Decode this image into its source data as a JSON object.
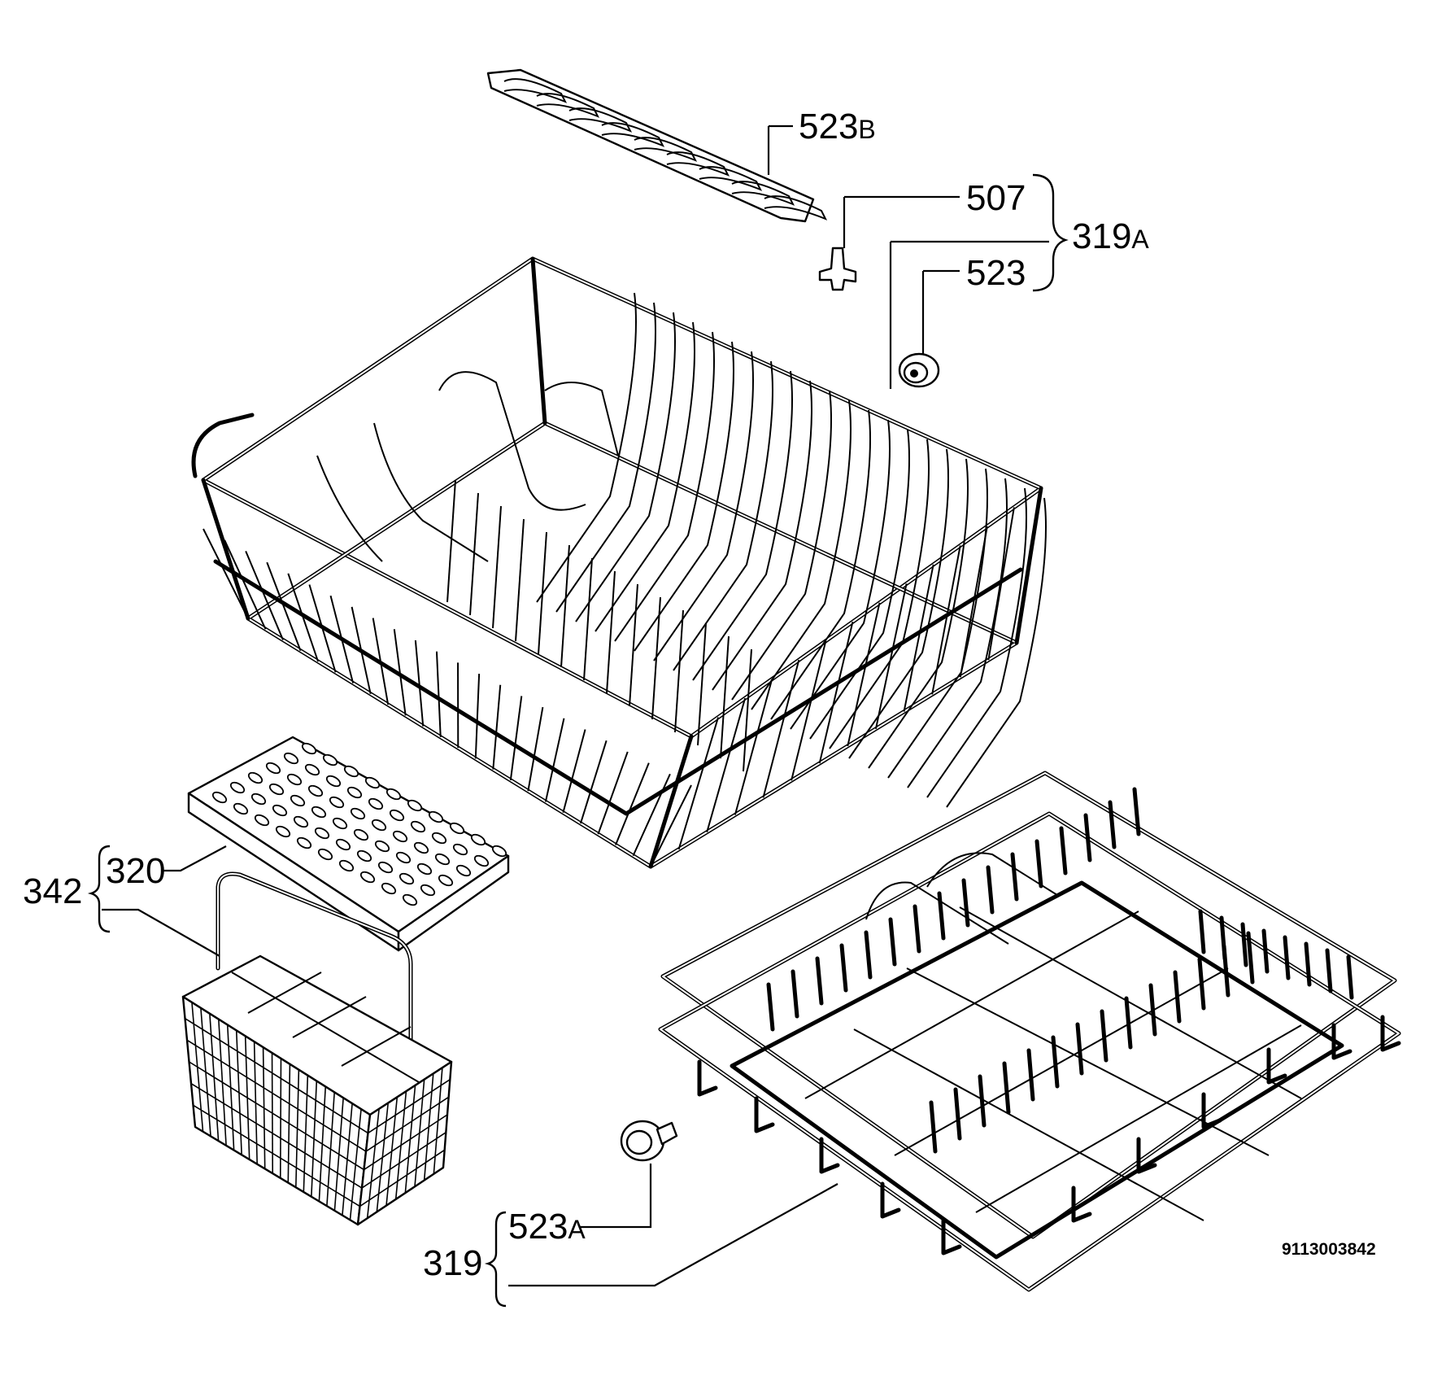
{
  "diagram": {
    "callouts": {
      "rack_insert": {
        "num": "523",
        "suffix": "B"
      },
      "clip": {
        "num": "507"
      },
      "upper_rack_assembly": {
        "num": "319",
        "suffix": "A"
      },
      "upper_wheel": {
        "num": "523"
      },
      "basket_assembly": {
        "num": "342"
      },
      "basket_lid": {
        "num": "320"
      },
      "lower_rack_assembly": {
        "num": "319"
      },
      "lower_wheel": {
        "num": "523",
        "suffix": "A"
      }
    },
    "drawing_code": "9113003842"
  }
}
